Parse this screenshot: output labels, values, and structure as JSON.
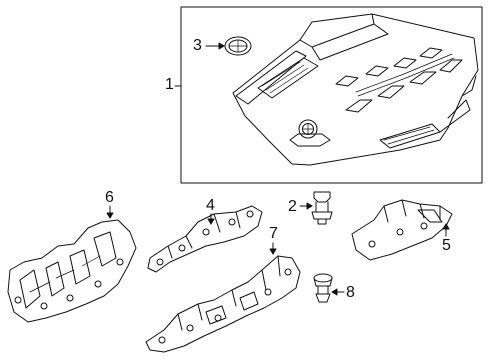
{
  "diagram": {
    "callouts": {
      "c1": "1",
      "c2": "2",
      "c3": "3",
      "c4": "4",
      "c5": "5",
      "c6": "6",
      "c7": "7",
      "c8": "8"
    }
  }
}
